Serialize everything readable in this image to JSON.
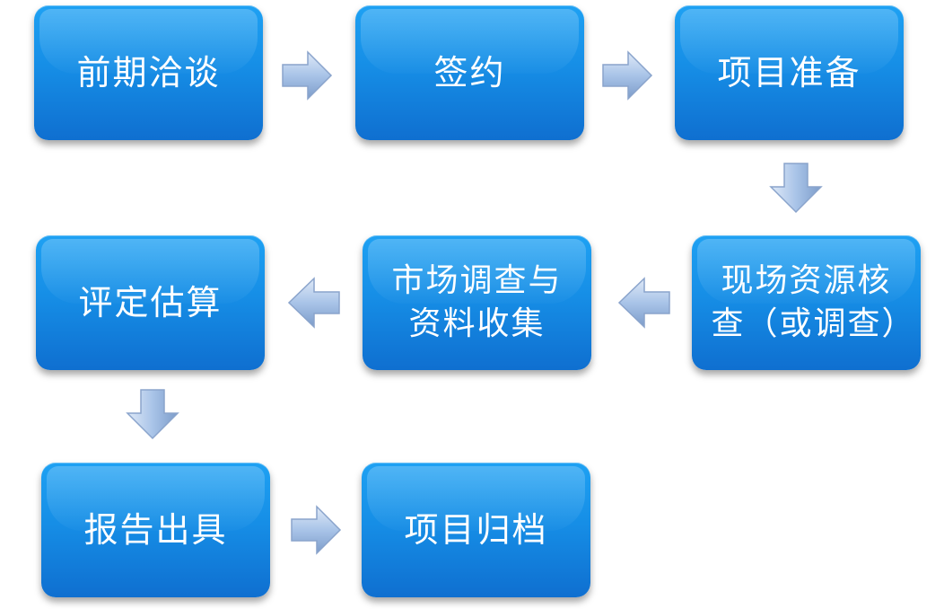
{
  "steps": [
    {
      "label": "前期洽谈"
    },
    {
      "label": "签约"
    },
    {
      "label": "项目准备"
    },
    {
      "label": "现场资源核查（或调查）"
    },
    {
      "label": "市场调查与资料收集"
    },
    {
      "label": "评定估算"
    },
    {
      "label": "报告出具"
    },
    {
      "label": "项目归档"
    }
  ],
  "colors": {
    "box_fill_top": "#1ea1f3",
    "box_fill_bottom": "#0f6fd0",
    "arrow_fill": "#a9c4e8",
    "arrow_stroke": "#8aa4cc",
    "text": "#ffffff"
  },
  "icons": {
    "right": "arrow-right-icon",
    "left": "arrow-left-icon",
    "down": "arrow-down-icon"
  }
}
